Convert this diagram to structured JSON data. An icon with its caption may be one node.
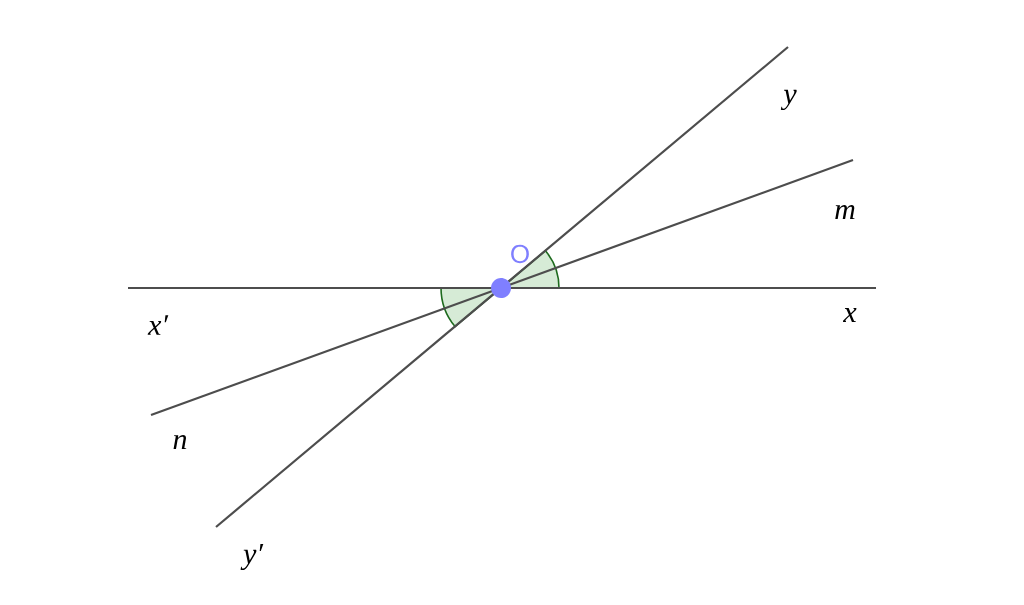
{
  "diagram": {
    "labels": [
      "y",
      "m",
      "O",
      "x′",
      "x",
      "n",
      "y′"
    ]
  }
}
